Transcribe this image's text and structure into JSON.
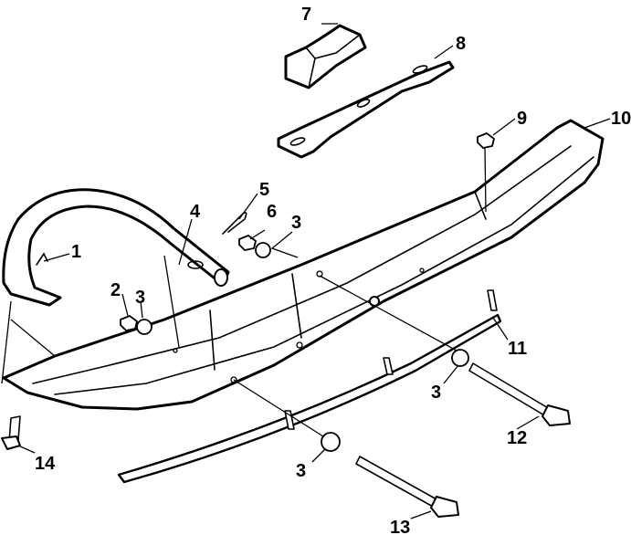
{
  "callouts": {
    "c1": "1",
    "c2": "2",
    "c3a": "3",
    "c3b": "3",
    "c3c": "3",
    "c3d": "3",
    "c4": "4",
    "c5": "5",
    "c6": "6",
    "c7": "7",
    "c8": "8",
    "c9": "9",
    "c10": "10",
    "c11": "11",
    "c12": "12",
    "c13": "13",
    "c14": "14"
  }
}
